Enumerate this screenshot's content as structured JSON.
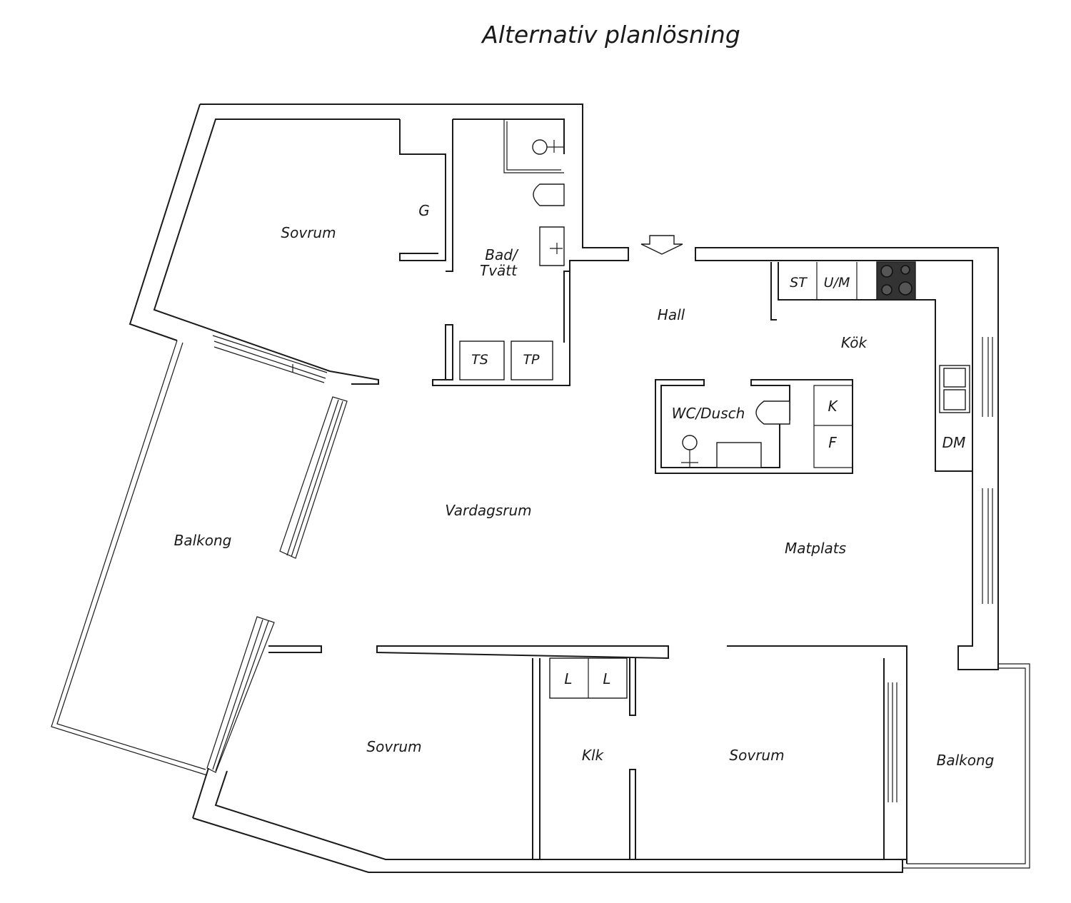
{
  "title": "Alternativ planlösning",
  "rooms": {
    "sovrum_top": "Sovrum",
    "closet_g": "G",
    "bad_line1": "Bad/",
    "bad_line2": "Tvätt",
    "ts": "TS",
    "tp": "TP",
    "hall": "Hall",
    "st": "ST",
    "um": "U/M",
    "kok": "Kök",
    "wc_dusch": "WC/Dusch",
    "k": "K",
    "f": "F",
    "dm": "DM",
    "vardagsrum": "Vardagsrum",
    "balkong_left": "Balkong",
    "matplats": "Matplats",
    "l1": "L",
    "l2": "L",
    "sovrum_bottom_left": "Sovrum",
    "klk": "Klk",
    "sovrum_bottom_right": "Sovrum",
    "balkong_right": "Balkong"
  },
  "icons": {
    "entrance": "entrance-arrow-icon",
    "stove": "stove-icon",
    "sink": "kitchen-sink-icon",
    "toilet": "toilet-icon",
    "washbasin": "washbasin-icon",
    "shower": "shower-icon"
  }
}
